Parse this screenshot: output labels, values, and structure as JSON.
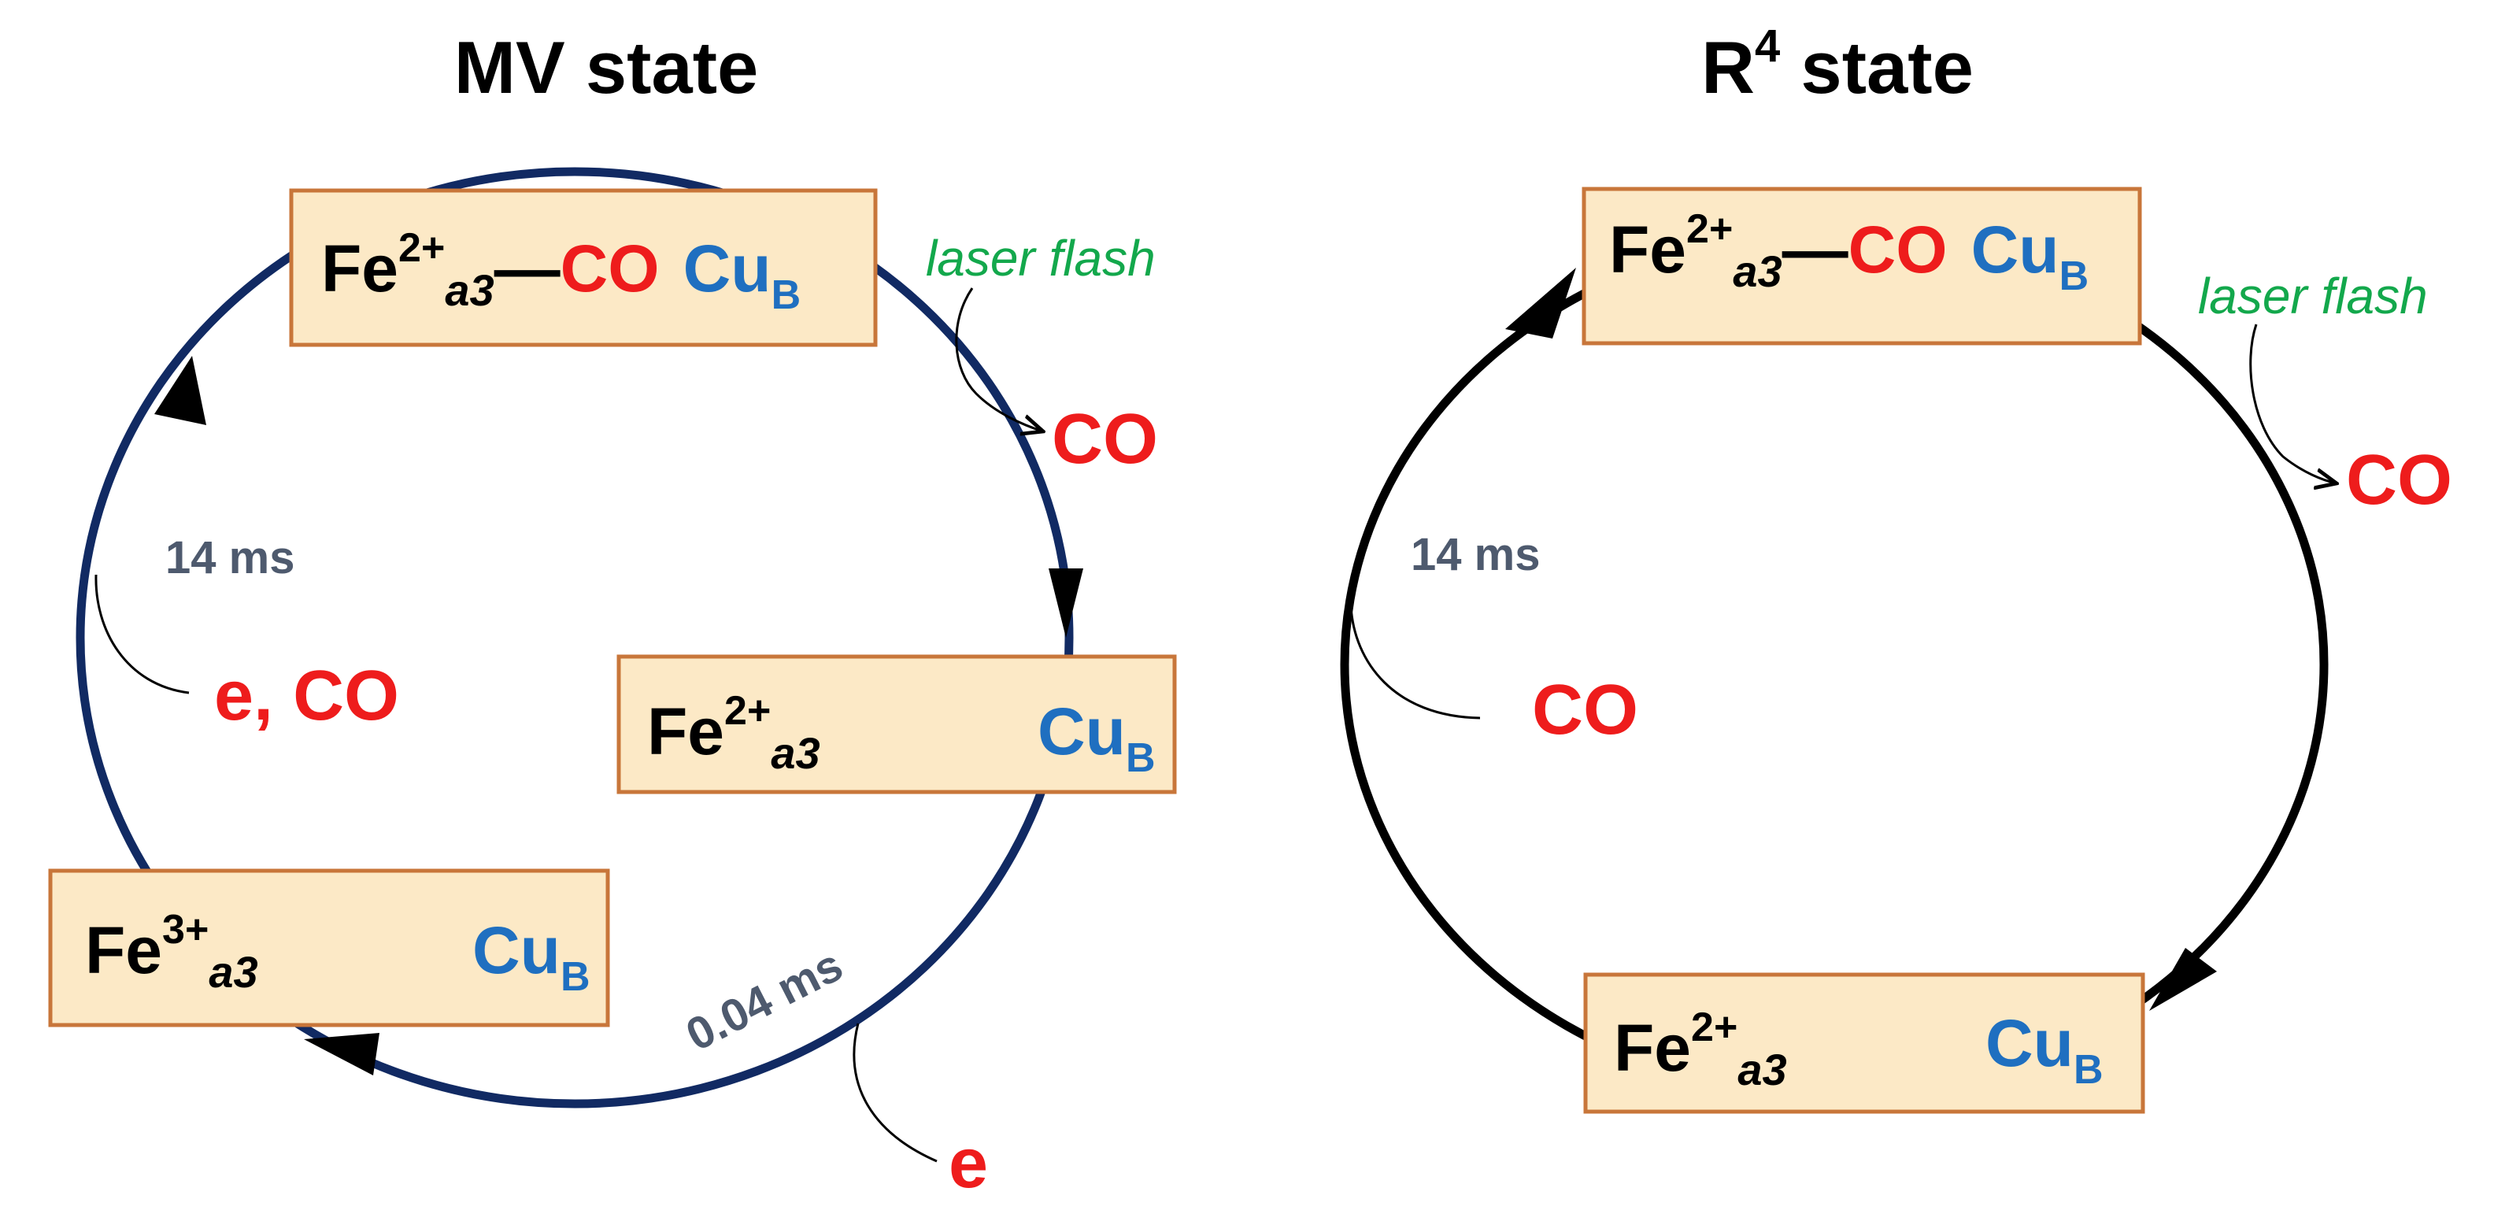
{
  "colors": {
    "box_fill": "#fce9c6",
    "box_border": "#c8763a",
    "iron": "#000000",
    "copper": "#1f6fc0",
    "co": "#ee1c1c",
    "laser": "#13a84c",
    "time": "#4e5a6e",
    "mv_cycle": "#112a63",
    "r4_cycle": "#000000"
  },
  "mv": {
    "title": "MV state",
    "box_top": {
      "fe": "Fe",
      "fe_sup": "2+",
      "fe_sub": "a3",
      "bond": "—",
      "co": "CO",
      "cu": "Cu",
      "cu_sub": "B"
    },
    "box_right": {
      "fe": "Fe",
      "fe_sup": "2+",
      "fe_sub": "a3",
      "cu": "Cu",
      "cu_sub": "B"
    },
    "box_left": {
      "fe": "Fe",
      "fe_sup": "3+",
      "fe_sub": "a3",
      "cu": "Cu",
      "cu_sub": "B"
    },
    "laser_flash": "laser flash",
    "co_released": "CO",
    "time_fast": "0.04 ms",
    "electron_out": "e",
    "time_slow": "14 ms",
    "e_co_in": "e, CO"
  },
  "r4": {
    "title_main": "R",
    "title_sup": "4",
    "title_rest": " state",
    "box_top": {
      "fe": "Fe",
      "fe_sup": "2+",
      "fe_sub": "a3",
      "bond": "—",
      "co": "CO",
      "cu": "Cu",
      "cu_sub": "B"
    },
    "box_bottom": {
      "fe": "Fe",
      "fe_sup": "2+",
      "fe_sub": "a3",
      "cu": "Cu",
      "cu_sub": "B"
    },
    "laser_flash": "laser flash",
    "co_released": "CO",
    "time_slow": "14 ms",
    "co_in": "CO"
  }
}
